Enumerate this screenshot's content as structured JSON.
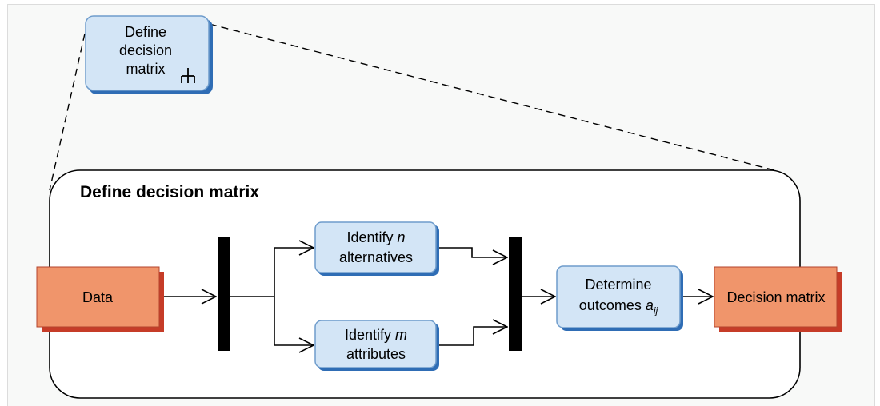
{
  "header_node": {
    "line1": "Define",
    "line2": "decision",
    "line3": "matrix",
    "subprocess_icon": "rake-icon"
  },
  "container": {
    "title": "Define decision matrix"
  },
  "input_node": {
    "label": "Data"
  },
  "output_node": {
    "label": "Decision matrix"
  },
  "activities": {
    "identify_alternatives": {
      "line1_text": "Identify ",
      "line1_var": "n",
      "line2": "alternatives"
    },
    "identify_attributes": {
      "line1_text": "Identify ",
      "line1_var": "m",
      "line2": "attributes"
    },
    "determine_outcomes": {
      "line1": "Determine",
      "line2_text": "outcomes ",
      "line2_var": "a",
      "line2_sub": "ij"
    }
  },
  "colors": {
    "activity_fill": "#d3e5f6",
    "activity_border": "#6e9ccc",
    "activity_shadow": "#2f6db5",
    "object_fill": "#f0956b",
    "object_shadow": "#c63c28",
    "bar": "#000000",
    "frame_bg": "#f8f9f8"
  }
}
